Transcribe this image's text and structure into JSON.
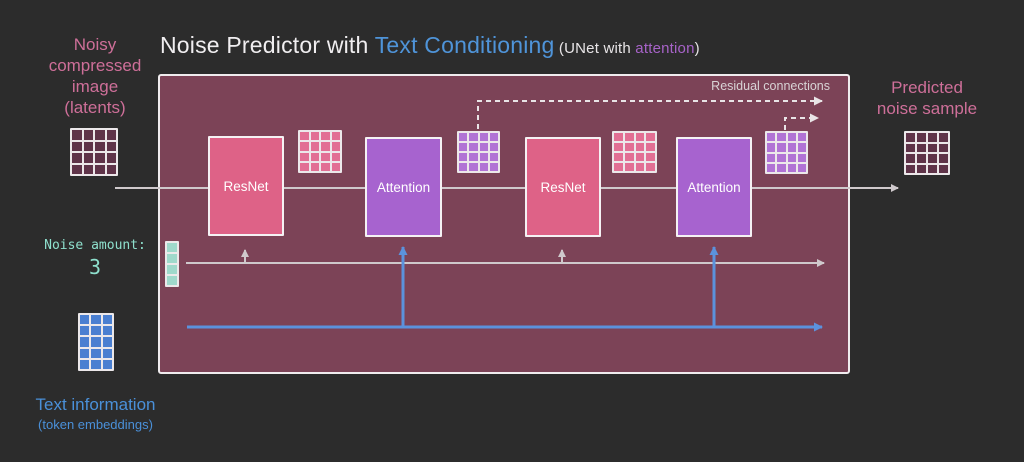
{
  "title": {
    "main_white": "Noise Predictor with ",
    "main_blue": "Text Conditioning",
    "sub_open": " (UNet with ",
    "sub_purple": "attention",
    "sub_close": ")"
  },
  "labels": {
    "noisy_latents": "Noisy\ncompressed\nimage\n(latents)",
    "noise_amount_label": "Noise amount:",
    "noise_amount_value": "3",
    "text_information": "Text information",
    "token_embeddings": "(token embeddings)",
    "predicted_noise": "Predicted\nnoise sample",
    "residual_connections": "Residual connections"
  },
  "blocks": [
    {
      "label": "ResNet",
      "type": "resnet"
    },
    {
      "label": "Attention",
      "type": "attention"
    },
    {
      "label": "ResNet",
      "type": "resnet"
    },
    {
      "label": "Attention",
      "type": "attention"
    }
  ],
  "icons": {
    "latents_grid": {
      "rows": 4,
      "cols": 4,
      "cell": "#5f3449"
    },
    "feature_grid_pink_1": {
      "rows": 4,
      "cols": 4,
      "cell": "#e26f94"
    },
    "feature_grid_purple_1": {
      "rows": 4,
      "cols": 4,
      "cell": "#b173d5"
    },
    "feature_grid_pink_2": {
      "rows": 4,
      "cols": 4,
      "cell": "#e26f94"
    },
    "feature_grid_purple_2": {
      "rows": 4,
      "cols": 4,
      "cell": "#b173d5"
    },
    "predicted_noise_grid": {
      "rows": 4,
      "cols": 4,
      "cell": "#5f3449"
    },
    "token_embeddings_grid": {
      "rows": 5,
      "cols": 3,
      "cell": "#4a7fd1"
    },
    "noise_amount_strip": {
      "rows": 4,
      "cols": 1,
      "cell": "#9fd8cb"
    }
  },
  "colors": {
    "background": "#2c2c2c",
    "unet_box_fill": "#7c4357",
    "unet_box_border": "#f0ecee",
    "resnet_pink": "#de6287",
    "attention_purple": "#a763cf",
    "pink_text": "#ce6f99",
    "blue_text": "#4a90d9",
    "title_blue": "#4f94d9",
    "title_purple": "#a763c8",
    "teal_text": "#8ee0cd",
    "flow_arrow_gray": "#cfc9cc",
    "text_arrow_blue": "#5b92dd",
    "residual_dash_white": "#e9e5e7"
  }
}
